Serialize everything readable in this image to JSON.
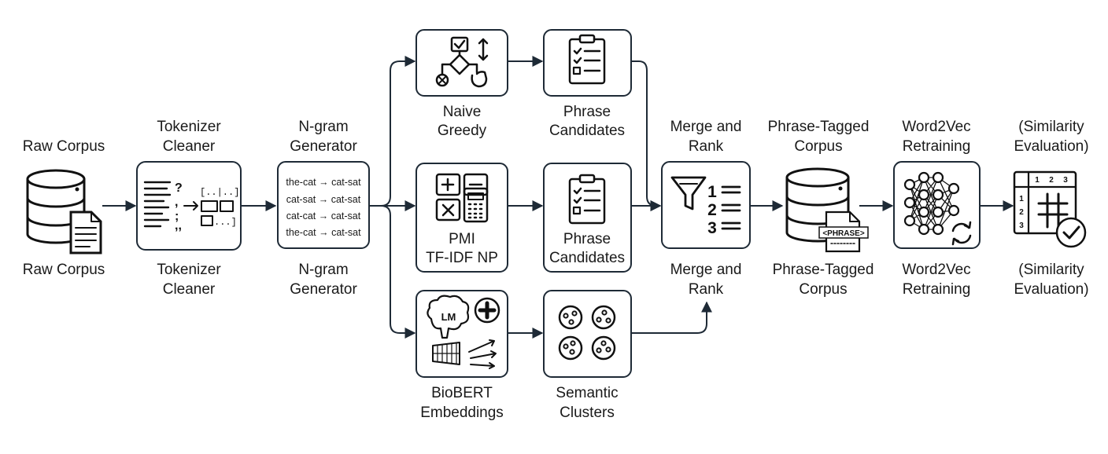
{
  "nodes": {
    "raw_corpus": {
      "label_top": "Raw Corpus",
      "label_bottom": "Raw Corpus"
    },
    "tokenizer": {
      "label_top": [
        "Tokenizer",
        "Cleaner"
      ],
      "label_bottom": [
        "Tokenizer",
        "Cleaner"
      ]
    },
    "ngram": {
      "label_top": [
        "N-gram",
        "Generator"
      ],
      "label_bottom": [
        "N-gram",
        "Generator"
      ],
      "lines": [
        "the-cat → cat-sat",
        "cat-sat → cat-sat",
        "cat-cat → cat-sat",
        "the-cat → cat-sat"
      ]
    },
    "naive_greedy": {
      "label_bottom": [
        "Naive",
        "Greedy"
      ]
    },
    "pmi": {
      "label_bottom": [
        "PMI",
        "TF-IDF NP"
      ]
    },
    "biobert": {
      "label_bottom": [
        "BioBERT",
        "Embeddings"
      ],
      "brain_text": "LM"
    },
    "phrase_candidates_1": {
      "label_bottom": [
        "Phrase",
        "Candidates"
      ]
    },
    "phrase_candidates_2": {
      "label_bottom": [
        "Phrase",
        "Candidates"
      ]
    },
    "semantic_clusters": {
      "label_bottom": [
        "Semantic",
        "Clusters"
      ]
    },
    "merge_rank": {
      "label_top": [
        "Merge and",
        "Rank"
      ],
      "label_bottom": [
        "Merge and",
        "Rank"
      ],
      "ranks": [
        "1",
        "2",
        "3"
      ]
    },
    "phrase_tagged": {
      "label_top": [
        "Phrase-Tagged",
        "Corpus"
      ],
      "label_bottom": [
        "Phrase-Tagged",
        "Corpus"
      ],
      "tag": "<PHRASE>"
    },
    "word2vec": {
      "label_top": [
        "Word2Vec",
        "Retraining"
      ],
      "label_bottom": [
        "Word2Vec",
        "Retraining"
      ]
    },
    "similarity": {
      "label_top": [
        "(Similarity",
        "Evaluation)"
      ],
      "label_bottom": [
        "(Similarity",
        "Evaluation)"
      ],
      "grid_header": [
        "1",
        "2",
        "3"
      ],
      "grid_rows": [
        "1",
        "2",
        "3"
      ]
    }
  },
  "icons": [
    "database-icon",
    "document-icon",
    "text-lines-icon",
    "flowchart-icon",
    "calculator-icon",
    "clipboard-checklist-icon",
    "brain-icon",
    "plus-circle-icon",
    "funnel-icon",
    "ranked-list-icon",
    "neural-network-icon",
    "refresh-icon",
    "table-grid-icon",
    "check-circle-icon"
  ],
  "colors": {
    "stroke": "#1e2a36",
    "icon": "#111111",
    "background": "#ffffff"
  }
}
